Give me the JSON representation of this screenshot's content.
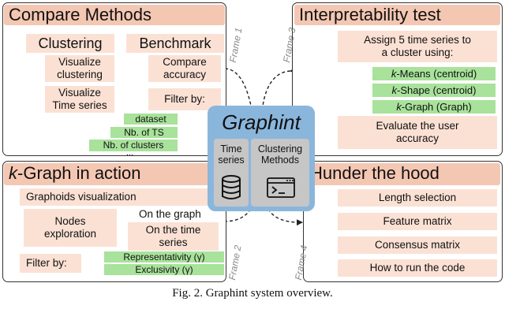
{
  "hub": {
    "title": "Graphint",
    "left_panel": [
      "Time",
      "series"
    ],
    "right_panel": [
      "Clustering",
      "Methods"
    ],
    "left_icon": "database-icon",
    "right_icon": "terminal-window-icon"
  },
  "frames": {
    "frame1": {
      "side_label": "Frame 1",
      "title": "Compare Methods",
      "clustering": {
        "label": "Clustering",
        "items": [
          [
            "Visualize",
            "clustering"
          ],
          [
            "Visualize",
            "Time series"
          ]
        ]
      },
      "benchmark": {
        "label": "Benchmark",
        "compare": [
          "Compare",
          "accuracy"
        ],
        "filter": "Filter by:",
        "filters": [
          "dataset",
          "Nb. of TS",
          "Nb. of clusters"
        ],
        "more": "..."
      }
    },
    "frame2": {
      "side_label": "Frame 2",
      "title_k": "k",
      "title_rest": "-Graph in action",
      "graphoids": "Graphoids visualization",
      "nodes": [
        "Nodes",
        "exploration"
      ],
      "on_graph": "On the graph",
      "on_ts": [
        "On the time",
        "series"
      ],
      "filter": "Filter by:",
      "filters": [
        "Representativity (γ)",
        "Exclusivity (γ)"
      ]
    },
    "frame3": {
      "side_label": "Frame 3",
      "title": "Interpretability test",
      "assign": [
        "Assign 5 time series to",
        "a cluster using:"
      ],
      "methods": [
        {
          "k": "k",
          "rest": "-Means (centroid)"
        },
        {
          "k": "k",
          "rest": "-Shape (centroid)"
        },
        {
          "k": "k",
          "rest": "-Graph (Graph)"
        }
      ],
      "evaluate": [
        "Evaluate the user",
        "accuracy"
      ]
    },
    "frame4": {
      "side_label": "Frame 4",
      "title": "Hunder the hood",
      "items": [
        "Length selection",
        "Feature matrix",
        "Consensus matrix",
        "How to run the code"
      ]
    }
  },
  "caption": "Fig. 2.  Graphint system overview.",
  "colors": {
    "header": "#f4c7b3",
    "item": "#fbe1d4",
    "green": "#a8e29b",
    "hub": "#8ab6dc",
    "panel": "#c6c6c6",
    "arrow": "#1f5d86"
  }
}
